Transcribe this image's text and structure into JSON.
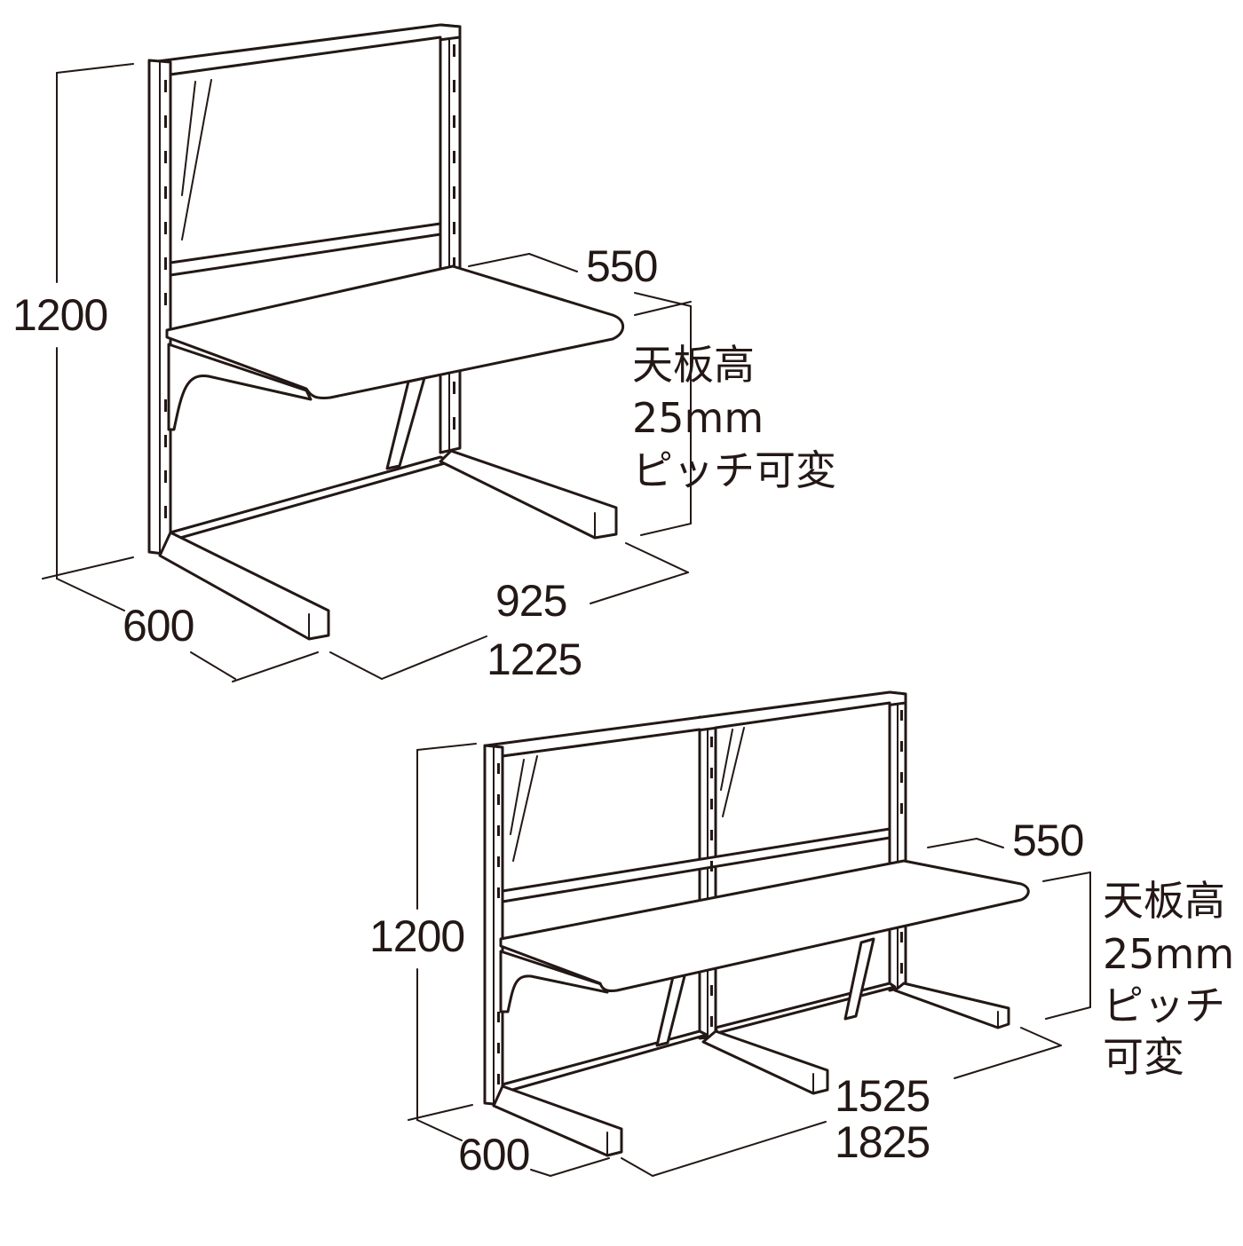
{
  "diagrams": [
    {
      "name": "single-desk",
      "height_label": "1200",
      "depth_label": "600",
      "top_depth_label": "550",
      "width_label_inner": "925",
      "width_label_outer": "1225",
      "note_lines": [
        "天板高",
        "25mm",
        "ピッチ可変"
      ]
    },
    {
      "name": "double-desk",
      "height_label": "1200",
      "depth_label": "600",
      "top_depth_label": "550",
      "width_label_inner": "1525",
      "width_label_outer": "1825",
      "note_lines": [
        "天板高",
        "25mm",
        "ピッチ",
        "可変"
      ]
    }
  ],
  "colors": {
    "ink": "#231815",
    "background": "#ffffff"
  }
}
